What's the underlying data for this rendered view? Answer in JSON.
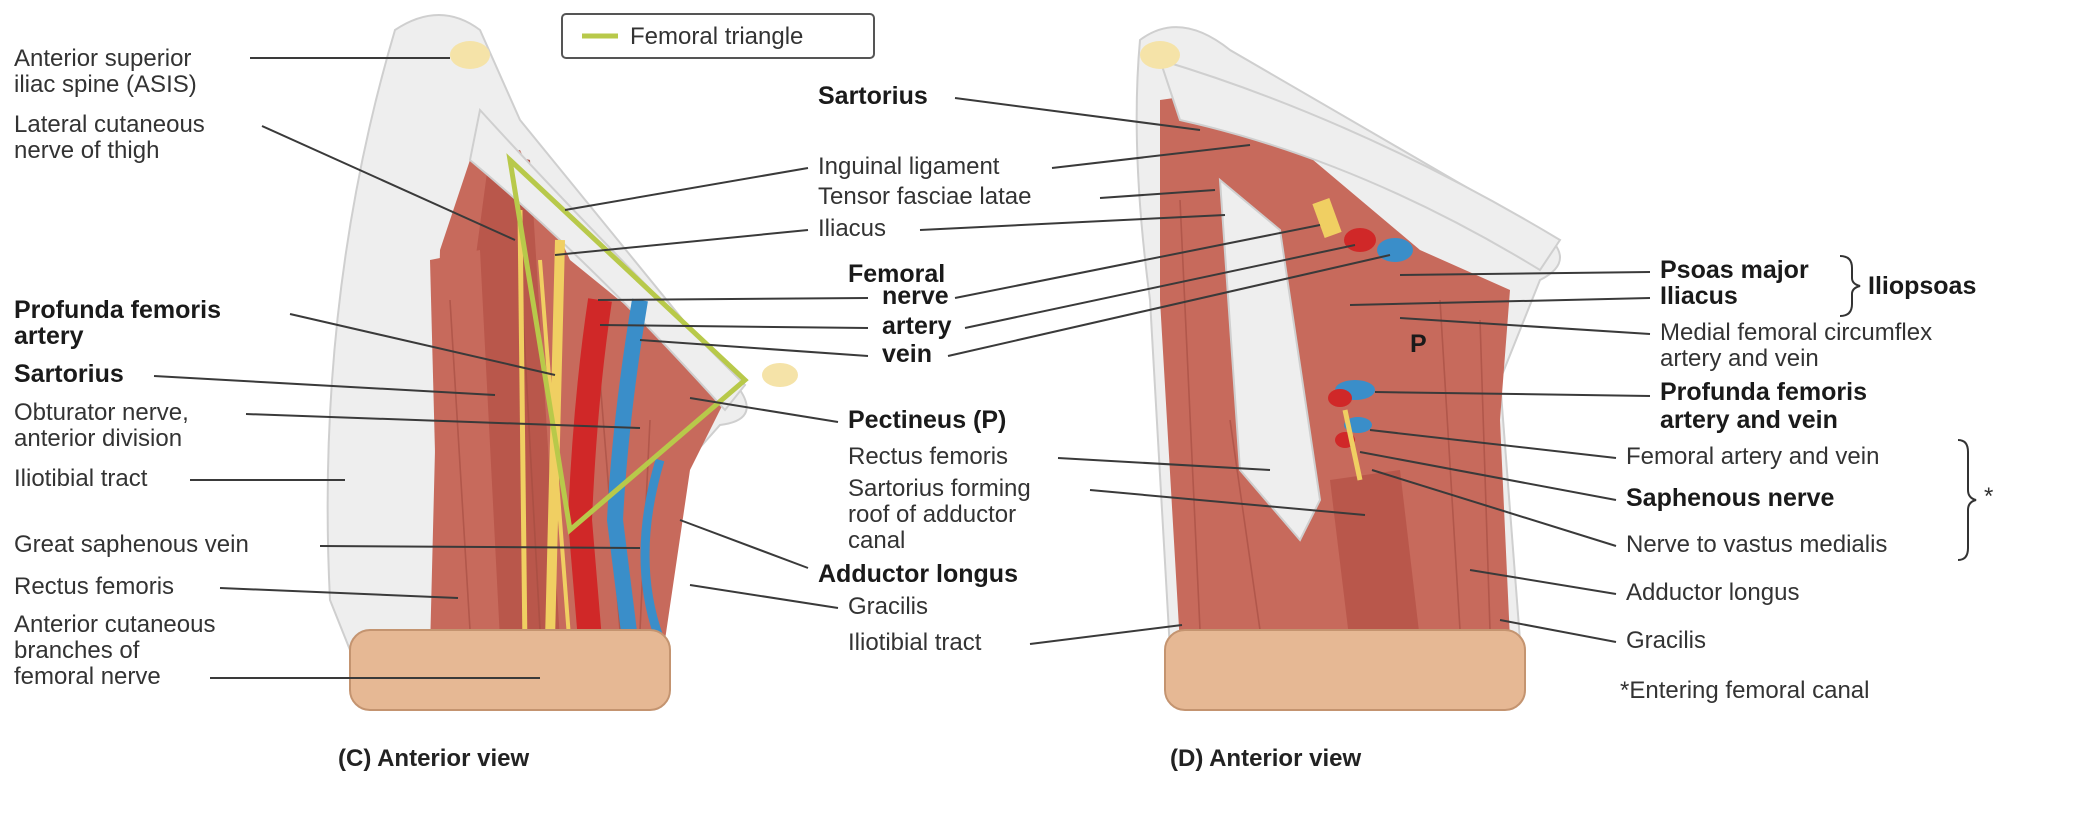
{
  "legend": {
    "label": "Femoral triangle",
    "color": "#b8c94a"
  },
  "panel_c": {
    "caption": "(C) Anterior view",
    "labels": {
      "asis_1": "Anterior superior",
      "asis_2": "iliac spine (ASIS)",
      "lcn_1": "Lateral cutaneous",
      "lcn_2": "nerve of thigh",
      "pfa_1": "Profunda femoris",
      "pfa_2": "artery",
      "sartorius": "Sartorius",
      "obt_1": "Obturator nerve,",
      "obt_2": "anterior division",
      "itt": "Iliotibial tract",
      "gsv": "Great saphenous vein",
      "rf": "Rectus femoris",
      "acb_1": "Anterior cutaneous",
      "acb_2": "branches of",
      "acb_3": "femoral nerve"
    }
  },
  "middle_labels": {
    "sartorius": "Sartorius",
    "inguinal": "Inguinal ligament",
    "tfl": "Tensor fasciae latae",
    "iliacus": "Iliacus",
    "femoral": "Femoral",
    "nerve": "nerve",
    "artery": "artery",
    "vein": "vein",
    "pectineus": "Pectineus (P)",
    "rf": "Rectus femoris",
    "sfr_1": "Sartorius forming",
    "sfr_2": "roof of adductor",
    "sfr_3": "canal",
    "al": "Adductor longus",
    "gracilis": "Gracilis",
    "itt": "Iliotibial tract"
  },
  "panel_d": {
    "caption": "(D) Anterior view",
    "p_marker": "P",
    "labels": {
      "psoas": "Psoas major",
      "iliacus": "Iliacus",
      "iliopsoas": "Iliopsoas",
      "mfc_1": "Medial femoral circumflex",
      "mfc_2": "artery and vein",
      "pfav_1": "Profunda femoris",
      "pfav_2": "artery and vein",
      "fav": "Femoral artery and vein",
      "saph": "Saphenous nerve",
      "nvm": "Nerve to vastus medialis",
      "asterisk": "*",
      "al": "Adductor longus",
      "gracilis": "Gracilis",
      "footnote": "*Entering femoral canal"
    }
  },
  "colors": {
    "muscle": "#c76a5c",
    "artery": "#d02828",
    "vein": "#3a8ec9",
    "nerve": "#f0cf62",
    "fascia": "#eeeeee",
    "skin": "#e6b894"
  }
}
